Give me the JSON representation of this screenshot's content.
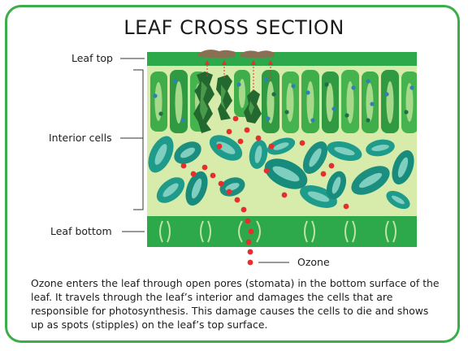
{
  "title": "LEAF CROSS SECTION",
  "labels": {
    "leaf_top": "Leaf top",
    "interior_cells": "Interior cells",
    "leaf_bottom": "Leaf bottom",
    "ozone": "Ozone"
  },
  "caption": "Ozone enters the leaf through open pores (stomata) in the bottom surface of the leaf. It travels through the leaf’s interior and damages the cells that are responsible for photosynthesis. This damage causes the cells to die and shows up as spots (stipples) on the leaf’s top surface.",
  "colors": {
    "frame": "#3cae49",
    "leaf_green": "#2da84a",
    "interior": "#d7ecaa",
    "palisade": "#3fae4a",
    "spongy": "#1f9b8c",
    "ozone_dot": "#e62e2e",
    "stipple": "#8a6f52"
  }
}
